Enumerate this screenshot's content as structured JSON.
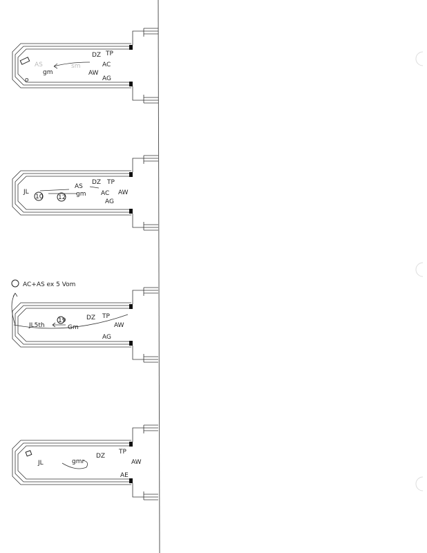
{
  "page": {
    "ink_color": "#222222",
    "paper_color": "#ffffff"
  },
  "diagrams": [
    {
      "labels": {
        "dz": "DZ",
        "tp": "TP",
        "ac": "AC",
        "aw": "AW",
        "ag": "AG",
        "gm": "gm",
        "as": "AS",
        "sm": "sm",
        "o": "o"
      }
    },
    {
      "labels": {
        "jl": "JL",
        "n10": "10",
        "n12": "12",
        "as": "AS",
        "gm": "gm",
        "dz": "DZ",
        "tp": "TP",
        "ac": "AC",
        "aw": "AW",
        "ag": "AG"
      }
    },
    {
      "note": "AC+AS ex 5 Vom",
      "labels": {
        "jl": "JL5th",
        "n19": "19",
        "gm": "Gm",
        "dz": "DZ",
        "tp": "TP",
        "aw": "AW",
        "ag": "AG"
      }
    },
    {
      "labels": {
        "jl": "JL",
        "gm": "gmr",
        "dz": "DZ",
        "tp": "TP",
        "aw": "AW",
        "ae": "AE"
      }
    }
  ]
}
